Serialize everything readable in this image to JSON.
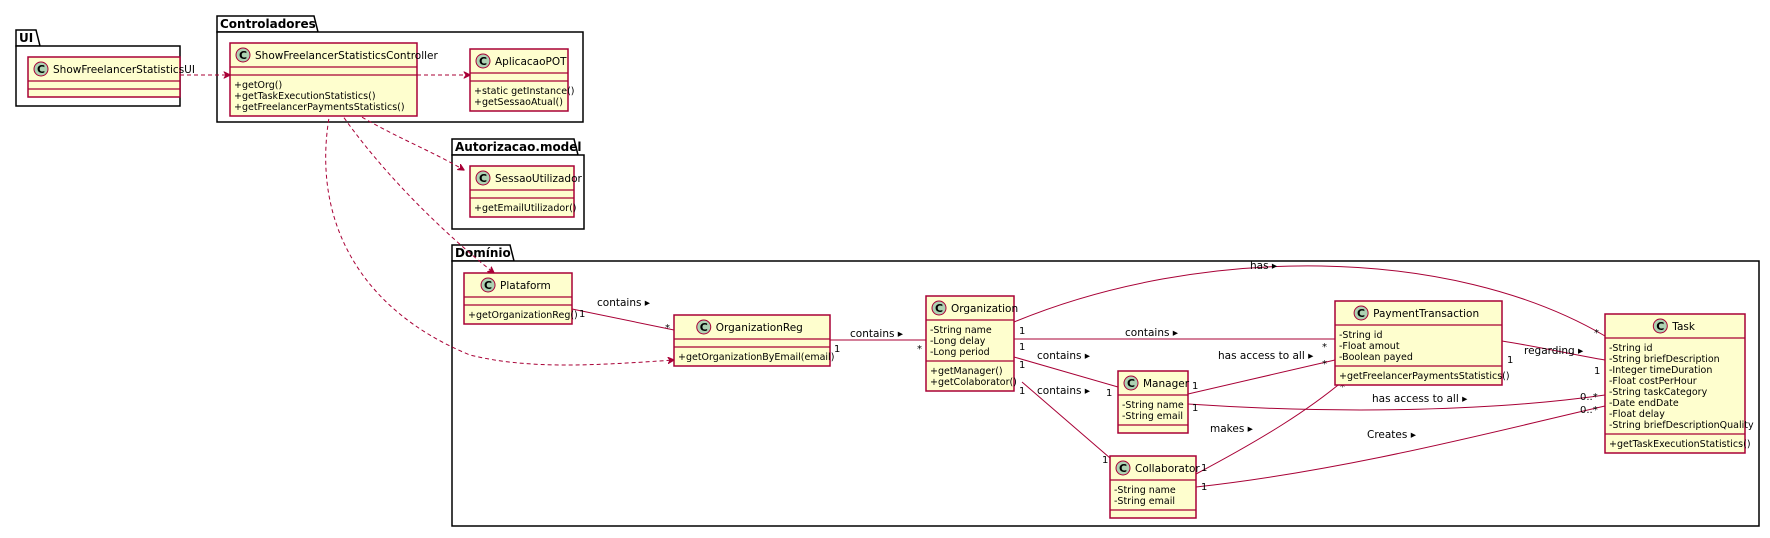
{
  "packages": {
    "ui": "UI",
    "controladores": "Controladores",
    "autorizacao": "Autorizacao.model",
    "dominio": "Domínio"
  },
  "class_marker": "C",
  "classes": {
    "ShowFreelancerStatisticsUI": {
      "name": "ShowFreelancerStatisticsUI",
      "attrs": [],
      "methods": []
    },
    "ShowFreelancerStatisticsController": {
      "name": "ShowFreelancerStatisticsController",
      "attrs": [],
      "methods": [
        "+getOrg()",
        "+getTaskExecutionStatistics()",
        "+getFreelancerPaymentsStatistics()"
      ]
    },
    "AplicacaoPOT": {
      "name": "AplicacaoPOT",
      "attrs": [],
      "methods": [
        "+static getInstance()",
        "+getSessaoAtual()"
      ]
    },
    "SessaoUtilizador": {
      "name": "SessaoUtilizador",
      "attrs": [],
      "methods": [
        "+getEmailUtilizador()"
      ]
    },
    "Plataform": {
      "name": "Plataform",
      "attrs": [],
      "methods": [
        "+getOrganizationReg()"
      ]
    },
    "OrganizationReg": {
      "name": "OrganizationReg",
      "attrs": [],
      "methods": [
        "+getOrganizationByEmail(email)"
      ]
    },
    "Organization": {
      "name": "Organization",
      "attrs": [
        "-String name",
        "-Long delay",
        "-Long period"
      ],
      "methods": [
        "+getManager()",
        "+getColaborator()"
      ]
    },
    "Manager": {
      "name": "Manager",
      "attrs": [
        "-String name",
        "-String email"
      ],
      "methods": []
    },
    "Collaborator": {
      "name": "Collaborator",
      "attrs": [
        "-String name",
        "-String email"
      ],
      "methods": []
    },
    "PaymentTransaction": {
      "name": "PaymentTransaction",
      "attrs": [
        "-String id",
        "-Float amout",
        "-Boolean payed"
      ],
      "methods": [
        "+getFreelancerPaymentsStatistics()"
      ]
    },
    "Task": {
      "name": "Task",
      "attrs": [
        "-String id",
        "-String briefDescription",
        "-Integer timeDuration",
        "-Float costPerHour",
        "-String taskCategory",
        "-Date endDate",
        "-Float delay",
        "-String briefDescriptionQuality"
      ],
      "methods": [
        "+getTaskExecutionStatistics()"
      ]
    }
  },
  "associations": {
    "plat_orgreg": {
      "label": "contains ▸",
      "m1": "1",
      "m2": "*"
    },
    "orgreg_org": {
      "label": "contains ▸",
      "m1": "1",
      "m2": "*"
    },
    "org_task": {
      "label": "has ▸",
      "m1": "1",
      "m2": "*"
    },
    "org_payment": {
      "label": "contains ▸",
      "m1": "1",
      "m2": "*"
    },
    "org_manager": {
      "label": "contains ▸",
      "m1": "1",
      "m2": "1"
    },
    "org_collab": {
      "label": "contains ▸",
      "m1": "1",
      "m2": "1"
    },
    "manager_payment": {
      "label": "has access to all ▸",
      "m1": "1",
      "m2": "*"
    },
    "manager_task": {
      "label": "has access to all ▸",
      "m1": "1",
      "m2": "0..*"
    },
    "collab_payment": {
      "label": "makes ▸",
      "m1": "1",
      "m2": "*"
    },
    "collab_task": {
      "label": "Creates ▸",
      "m1": "1",
      "m2": "0..*"
    },
    "payment_task": {
      "label": "regarding ▸",
      "m1": "1",
      "m2": "1"
    }
  }
}
